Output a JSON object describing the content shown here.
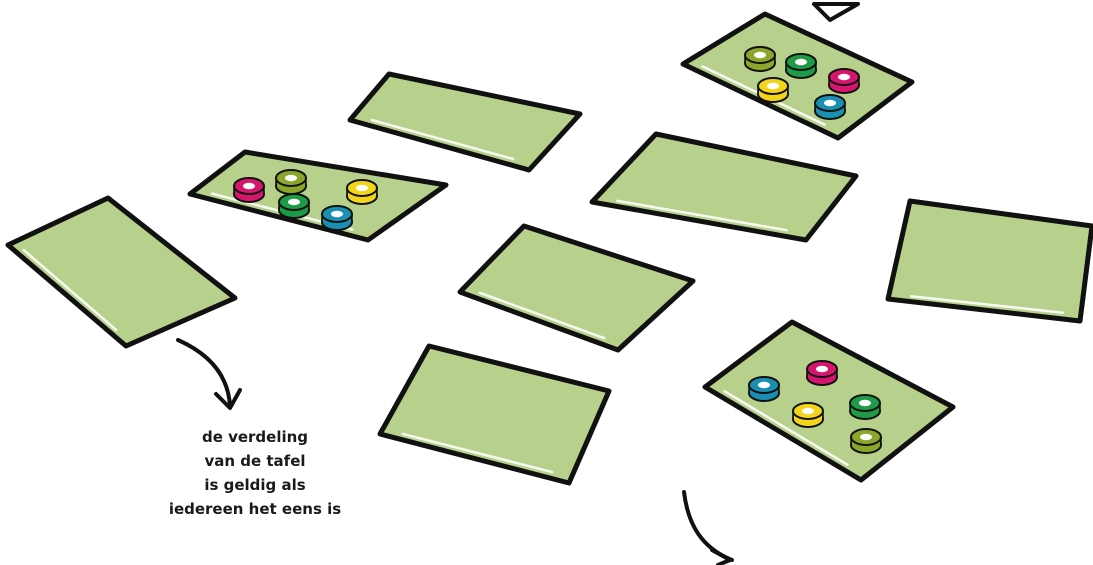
{
  "colors": {
    "card_fill": "#b7d18c",
    "card_stroke": "#111111",
    "highlight": "#ffffff",
    "token_magenta": "#d6156c",
    "token_olive": "#8aa62b",
    "token_green": "#1f9a46",
    "token_yellow": "#f2d51b",
    "token_teal": "#1b8fb1"
  },
  "annotation": {
    "lines": [
      "de verdeling",
      "van de tafel",
      "is geldig als",
      "iedereen het eens is"
    ]
  },
  "cards": [
    {
      "name": "card-top-right",
      "tokens": [
        "olive",
        "green",
        "magenta",
        "yellow",
        "teal"
      ]
    },
    {
      "name": "card-top-center",
      "tokens": []
    },
    {
      "name": "card-left-with-tokens",
      "tokens": [
        "magenta",
        "olive",
        "yellow",
        "green",
        "teal"
      ]
    },
    {
      "name": "card-far-left",
      "tokens": []
    },
    {
      "name": "card-center-right",
      "tokens": []
    },
    {
      "name": "card-center",
      "tokens": []
    },
    {
      "name": "card-far-right",
      "tokens": []
    },
    {
      "name": "card-bottom-center",
      "tokens": []
    },
    {
      "name": "card-bottom-right",
      "tokens": [
        "teal",
        "magenta",
        "yellow",
        "green",
        "olive"
      ]
    }
  ]
}
